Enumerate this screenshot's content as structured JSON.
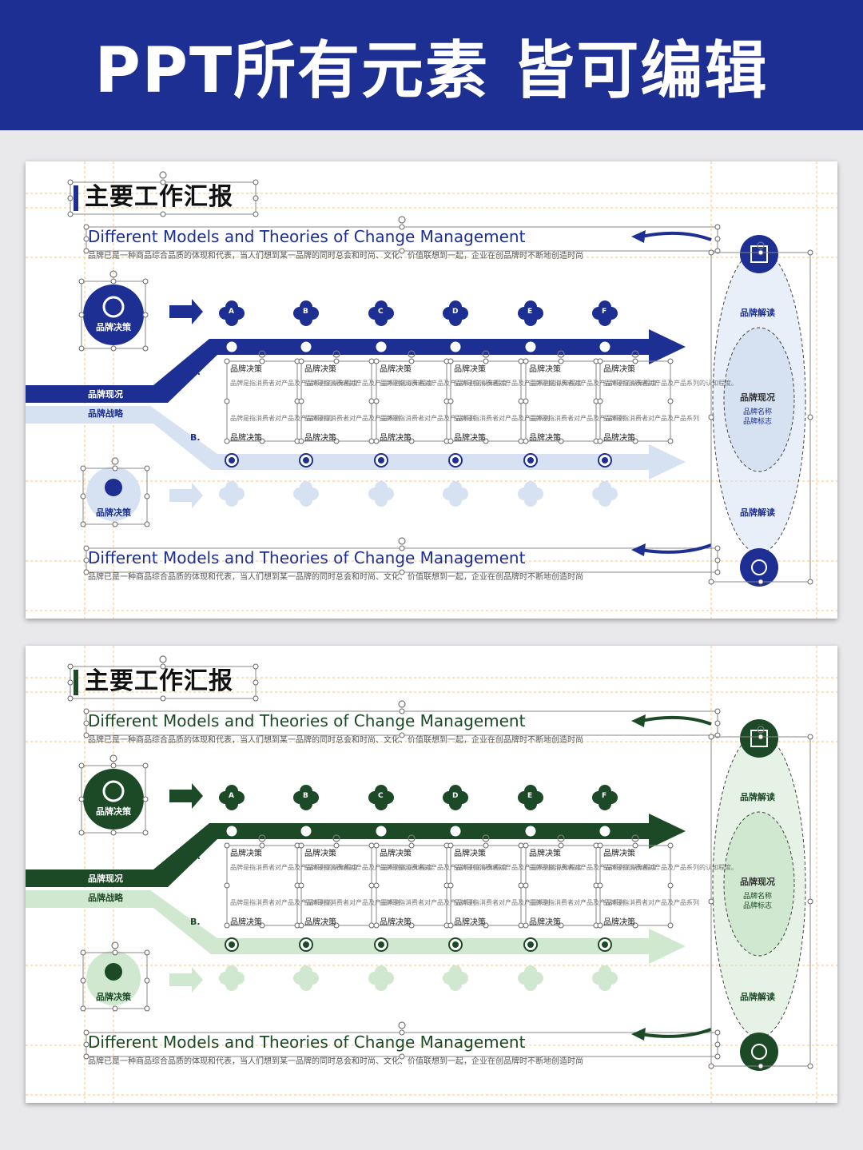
{
  "banner": {
    "title": "PPT所有元素 皆可编辑",
    "bg": "#1d2f92"
  },
  "slides": [
    {
      "theme": "blue",
      "accent": "#1d2f92",
      "light": "#d6e1f2",
      "title": "主要工作汇报",
      "subtitle": "Different Models and Theories of Change Management",
      "body": "品牌已是一种商品综合品质的体现和代表，当人们想到某一品牌的同时总会和时尚、文化、价值联想到一起，企业在创品牌时不断地创造时尚",
      "subtitle2": "Different Models and Theories of Change Management",
      "body2": "品牌已是一种商品综合品质的体现和代表，当人们想到某一品牌的同时总会和时尚、文化、价值联想到一起，企业在创品牌时不断地创造时尚",
      "left_top_circle": "品牌决策",
      "left_bottom_circle": "品牌决策",
      "branch_a": "A.",
      "branch_b": "B.",
      "stem_top": "品牌现况",
      "stem_bottom": "品牌战略",
      "markers_top": [
        "A",
        "B",
        "C",
        "D",
        "E",
        "F"
      ],
      "cards": [
        {
          "head": "品牌决策",
          "body": "品牌是指消费者对产品及产品系列的认知程度。",
          "foot_body": "品牌是指消费者对产品及产品系列的",
          "foot": "品牌决策"
        },
        {
          "head": "品牌决策",
          "body": "品牌是指消费者对产品及产品系列的认知程度。",
          "foot_body": "品牌是指消费者对产品及产品系列",
          "foot": "品牌决策"
        },
        {
          "head": "品牌决策",
          "body": "品牌是指消费者对产品及产品系列的认知程度。",
          "foot_body": "品牌是指消费者对产品及产品系列",
          "foot": "品牌决策"
        },
        {
          "head": "品牌决策",
          "body": "品牌是指消费者对产品及产品系列的认知程度。",
          "foot_body": "品牌是指消费者对产品及产品系列",
          "foot": "品牌决策"
        },
        {
          "head": "品牌决策",
          "body": "品牌是指消费者对产品及产品系列的认知程度。",
          "foot_body": "品牌是指消费者对产品及产品系列",
          "foot": "品牌决策"
        },
        {
          "head": "品牌决策",
          "body": "品牌是指消费者对产品及产品系列的认知程度。",
          "foot_body": "品牌是指消费者对产品及产品系列",
          "foot": "品牌决策"
        }
      ],
      "oval": {
        "top": "品牌解读",
        "mid": "品牌现况",
        "small1": "品牌名称",
        "small2": "品牌标志",
        "bottom": "品牌解读"
      }
    },
    {
      "theme": "green",
      "accent": "#1c4a27",
      "light": "#cfe8cf",
      "title": "主要工作汇报",
      "subtitle": "Different Models and Theories of Change Management",
      "body": "品牌已是一种商品综合品质的体现和代表，当人们想到某一品牌的同时总会和时尚、文化、价值联想到一起，企业在创品牌时不断地创造时尚",
      "subtitle2": "Different Models and Theories of Change Management",
      "body2": "品牌已是一种商品综合品质的体现和代表，当人们想到某一品牌的同时总会和时尚、文化、价值联想到一起，企业在创品牌时不断地创造时尚",
      "left_top_circle": "品牌决策",
      "left_bottom_circle": "品牌决策",
      "branch_a": "A.",
      "branch_b": "B.",
      "stem_top": "品牌现况",
      "stem_bottom": "品牌战略",
      "markers_top": [
        "A",
        "B",
        "C",
        "D",
        "E",
        "F"
      ],
      "cards": [
        {
          "head": "品牌决策",
          "body": "品牌是指消费者对产品及产品系列的认知程度。",
          "foot_body": "品牌是指消费者对产品及产品系列的",
          "foot": "品牌决策"
        },
        {
          "head": "品牌决策",
          "body": "品牌是指消费者对产品及产品系列的认知程度。",
          "foot_body": "品牌是指消费者对产品及产品系列",
          "foot": "品牌决策"
        },
        {
          "head": "品牌决策",
          "body": "品牌是指消费者对产品及产品系列的认知程度。",
          "foot_body": "品牌是指消费者对产品及产品系列",
          "foot": "品牌决策"
        },
        {
          "head": "品牌决策",
          "body": "品牌是指消费者对产品及产品系列的认知程度。",
          "foot_body": "品牌是指消费者对产品及产品系列",
          "foot": "品牌决策"
        },
        {
          "head": "品牌决策",
          "body": "品牌是指消费者对产品及产品系列的认知程度。",
          "foot_body": "品牌是指消费者对产品及产品系列",
          "foot": "品牌决策"
        },
        {
          "head": "品牌决策",
          "body": "品牌是指消费者对产品及产品系列的认知程度。",
          "foot_body": "品牌是指消费者对产品及产品系列",
          "foot": "品牌决策"
        }
      ],
      "oval": {
        "top": "品牌解读",
        "mid": "品牌现况",
        "small1": "品牌名称",
        "small2": "品牌标志",
        "bottom": "品牌解读"
      }
    }
  ]
}
